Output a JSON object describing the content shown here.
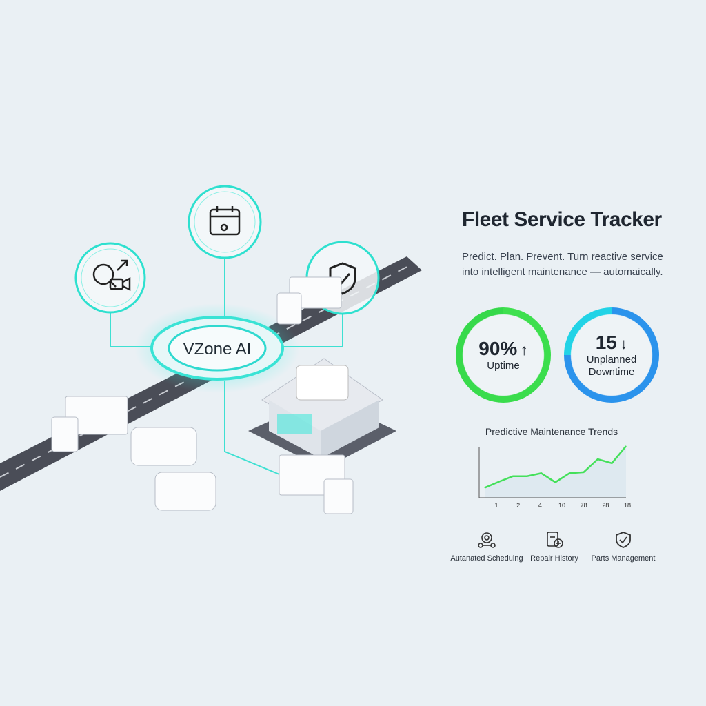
{
  "hero": {
    "hub_label": "VZone AI",
    "icons": [
      "gear-search-video-icon",
      "calendar-icon",
      "shield-check-icon"
    ]
  },
  "panel": {
    "title": "Fleet Service Tracker",
    "subtitle": "Predict. Plan. Prevent. Turn reactive service into intelligent maintenance — automaically."
  },
  "metrics": [
    {
      "value": "90%",
      "arrow": "↑",
      "label": "Uptime",
      "color": "#3ee04e"
    },
    {
      "value": "15",
      "arrow": "↓",
      "label": "Unplanned Downtime",
      "color": "#2b93ec"
    }
  ],
  "chart_data": {
    "type": "area",
    "title": "Predictive Maintenance Trends",
    "tick_labels": [
      "1",
      "2",
      "4",
      "10",
      "78",
      "28",
      "18"
    ],
    "values": [
      20,
      32,
      43,
      43,
      49,
      31,
      49,
      51,
      77,
      69,
      103
    ],
    "ylim": [
      0,
      110
    ],
    "color": "#44e05a",
    "grid": false
  },
  "features": [
    {
      "label": "Autanated Scheduing",
      "icon": "automation-icon"
    },
    {
      "label": "Repair History",
      "icon": "repair-document-icon"
    },
    {
      "label": "Parts Management",
      "icon": "shield-check-icon"
    }
  ]
}
